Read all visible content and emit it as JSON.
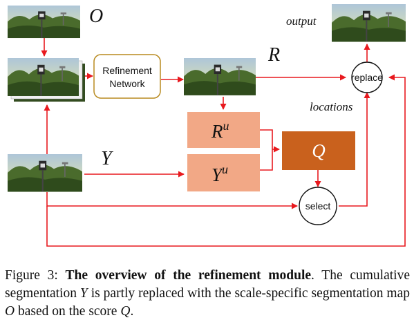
{
  "nodes": {
    "O_label": "O",
    "R_label": "R",
    "Y_label": "Y",
    "output_label": "output",
    "refinement": [
      "Refinement",
      "Network"
    ],
    "R_u": {
      "base": "R",
      "sup": "u"
    },
    "Y_u": {
      "base": "Y",
      "sup": "u"
    },
    "Q_label": "Q",
    "replace_label": "replace",
    "select_label": "select",
    "locations_label": "locations"
  },
  "colors": {
    "arrow": "#e8191e",
    "salmon": "#f2a886",
    "q_box": "#c9611d",
    "refine_border": "#b88a1f"
  },
  "caption": {
    "prefix": "Figure 3: ",
    "bold": "The overview of the refinement module",
    "text1": ". The cumulative segmentation ",
    "var_Y": "Y",
    "text2": " is partly replaced with the scale-specific segmentation map ",
    "var_O": "O",
    "text3": " based on the score ",
    "var_Q": "Q",
    "text4": "."
  }
}
